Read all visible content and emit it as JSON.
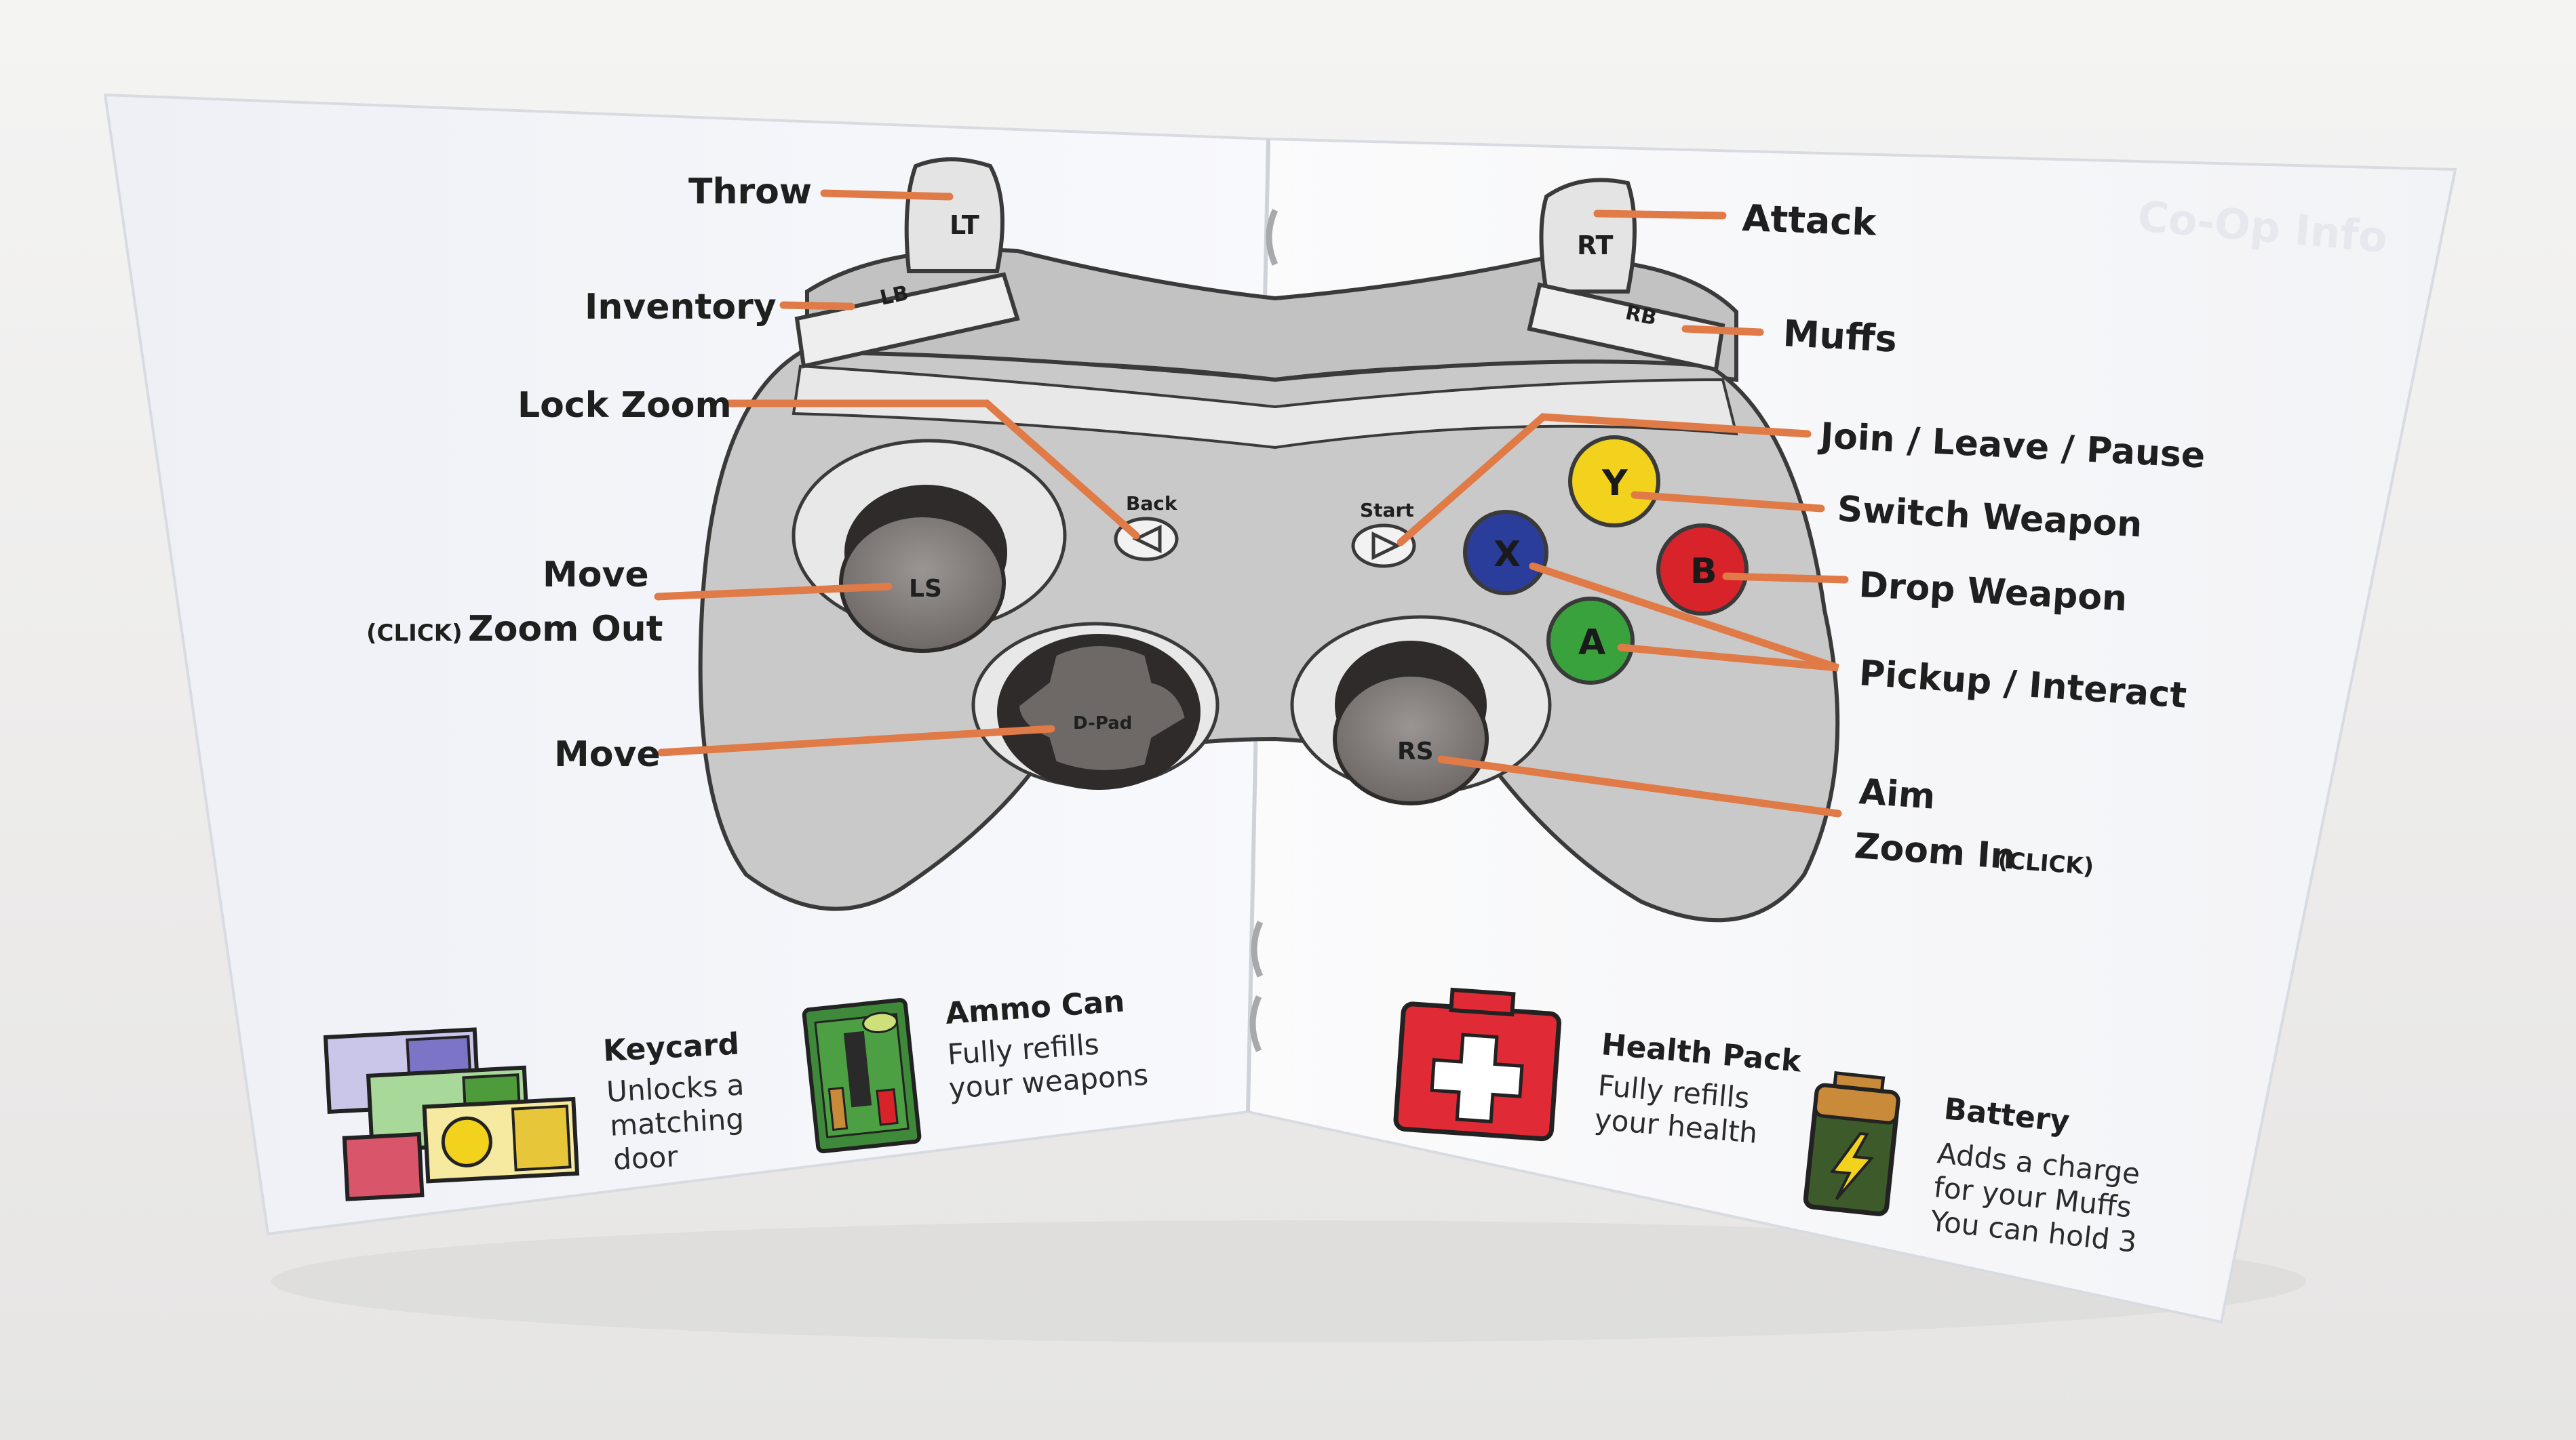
{
  "controls": {
    "lt": {
      "cap": "LT",
      "action": "Throw"
    },
    "lb": {
      "cap": "LB",
      "action": "Inventory"
    },
    "rt": {
      "cap": "RT",
      "action": "Attack"
    },
    "rb": {
      "cap": "RB",
      "action": "Muffs"
    },
    "back": {
      "cap": "Back",
      "action": "Lock Zoom"
    },
    "start": {
      "cap": "Start",
      "action": "Join / Leave / Pause"
    },
    "ls": {
      "cap": "LS",
      "action": "Move",
      "click_prefix": "(CLICK)",
      "click_action": "Zoom Out"
    },
    "dpad": {
      "cap": "D-Pad",
      "action": "Move"
    },
    "rs": {
      "cap": "RS",
      "action": "Aim",
      "click_action": "Zoom In",
      "click_suffix": "(CLICK)"
    },
    "y": {
      "cap": "Y",
      "action": "Switch Weapon",
      "color": "#f2d21c"
    },
    "b": {
      "cap": "B",
      "action": "Drop Weapon",
      "color": "#d8232a"
    },
    "x": {
      "cap": "X",
      "action": "Pickup / Interact",
      "color": "#2b3d9a"
    },
    "a": {
      "cap": "A",
      "color": "#3aa23c"
    }
  },
  "items": {
    "keycard": {
      "title": "Keycard",
      "lines": [
        "Unlocks a",
        "matching",
        "door"
      ]
    },
    "ammo": {
      "title": "Ammo Can",
      "lines": [
        "Fully refills",
        "your weapons"
      ]
    },
    "health": {
      "title": "Health Pack",
      "lines": [
        "Fully refills",
        "your health"
      ]
    },
    "battery": {
      "title": "Battery",
      "lines": [
        "Adds a charge",
        "for your Muffs",
        "You can hold 3"
      ]
    }
  },
  "colors": {
    "leader": "#e07a46",
    "paper": "#fafbfd",
    "controller_body": "#c9c9c9"
  }
}
